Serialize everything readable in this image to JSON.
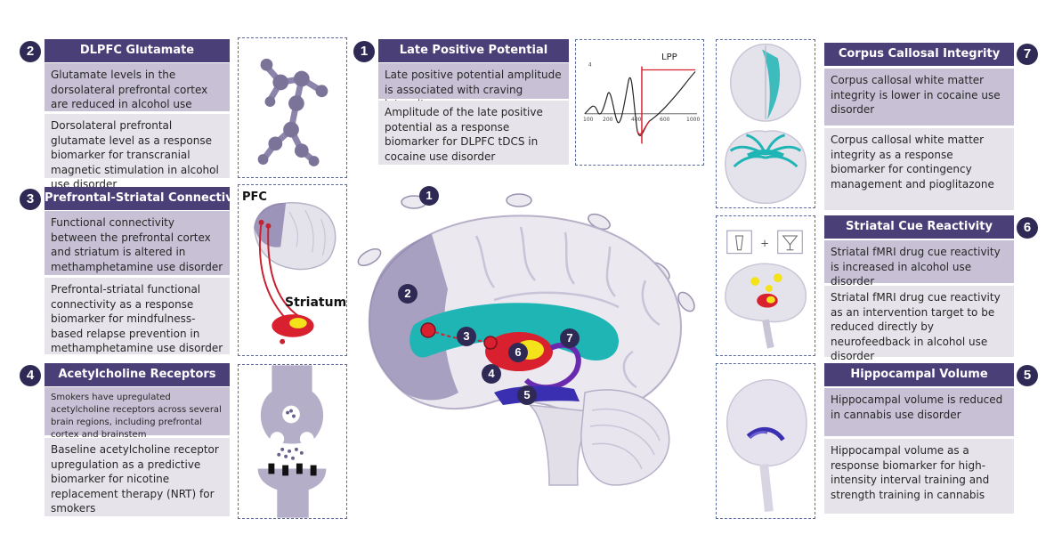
{
  "panels": {
    "p2": {
      "num": "2",
      "title": "DLPFC Glutamate",
      "finding": "Glutamate levels in the dorsolateral prefrontal cortex are reduced in alcohol use disorder",
      "biomarker": "Dorsolateral prefrontal glutamate level as a response biomarker for transcranial magnetic stimulation in alcohol use disorder"
    },
    "p3": {
      "num": "3",
      "title": "Prefrontal-Striatal Connectivity",
      "finding": "Functional connectivity between the prefrontal cortex and striatum is altered in methamphetamine use disorder",
      "biomarker": "Prefrontal-striatal functional connectivity as a response biomarker for mindfulness-based relapse prevention in methamphetamine use disorder"
    },
    "p4": {
      "num": "4",
      "title": "Acetylcholine Receptors",
      "finding": "Smokers have upregulated acetylcholine receptors across several brain regions, including prefrontal cortex and brainstem",
      "biomarker": "Baseline acetylcholine receptor upregulation as a predictive biomarker for nicotine replacement therapy (NRT) for smokers"
    },
    "p1": {
      "num": "1",
      "title": "Late Positive Potential",
      "finding": "Late positive potential amplitude is associated with craving intensity",
      "biomarker": "Amplitude of the late positive potential as a response biomarker for DLPFC tDCS in cocaine use disorder"
    },
    "p7": {
      "num": "7",
      "title": "Corpus Callosal Integrity",
      "finding": "Corpus callosal white matter integrity is lower in cocaine use disorder",
      "biomarker": "Corpus callosal white matter integrity as a response biomarker for contingency management and pioglitazone"
    },
    "p6": {
      "num": "6",
      "title": "Striatal Cue Reactivity",
      "finding": "Striatal fMRI drug cue reactivity is increased in alcohol use disorder",
      "biomarker": "Striatal fMRI drug cue reactivity as an intervention target to be reduced directly by neurofeedback in alcohol use disorder"
    },
    "p5": {
      "num": "5",
      "title": "Hippocampal Volume",
      "finding": "Hippocampal volume is reduced in cannabis use disorder",
      "biomarker": "Hippocampal volume as a response biomarker for high-intensity interval training and strength training in cannabis"
    }
  },
  "figure_labels": {
    "pfc": "PFC",
    "striatum": "Striatum",
    "lpp": "LPP",
    "erp_ticks": [
      "100",
      "200",
      "400",
      "600",
      "1000"
    ]
  },
  "brain_markers": [
    "1",
    "2",
    "3",
    "4",
    "5",
    "6",
    "7"
  ],
  "colors": {
    "header": "#4b3f78",
    "number": "#2f2a55",
    "dark_box": "#c8c1d6",
    "light_box": "#e6e4ea",
    "teal": "#1fb5b5",
    "red": "#d8202f",
    "yellow": "#f4e21a",
    "blue": "#3a2fb0"
  }
}
